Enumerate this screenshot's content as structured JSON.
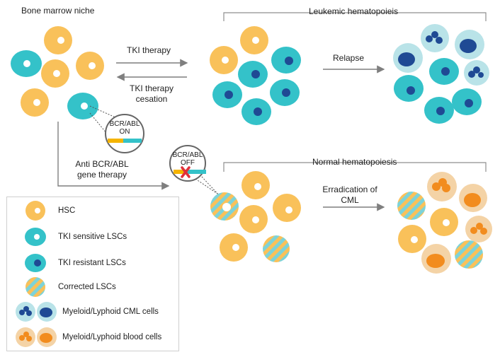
{
  "labels": {
    "bone_marrow_niche": "Bone marrow niche",
    "leukemic_hematopoiesis": "Leukemic hematopoieis",
    "normal_hematopoiesis": "Normal hematopoiesis",
    "tki_therapy": "TKI therapy",
    "tki_cessation_line1": "TKI therapy",
    "tki_cessation_line2": "cesation",
    "relapse": "Relapse",
    "anti_gene_line1": "Anti BCR/ABL",
    "anti_gene_line2": "gene therapy",
    "erradication_line1": "Erradication of",
    "erradication_line2": "CML",
    "bcrabl_on_line1": "BCR/ABL",
    "bcrabl_on_line2": "ON",
    "bcrabl_off_line1": "BCR/ABL",
    "bcrabl_off_line2": "OFF"
  },
  "legend": [
    {
      "label": "HSC"
    },
    {
      "label": "TKI sensitive LSCs"
    },
    {
      "label": "TKI resistant LSCs"
    },
    {
      "label": "Corrected LSCs"
    },
    {
      "label": "Myeloid/Lyphoid CML cells"
    },
    {
      "label": "Myeloid/Lyphoid blood cells"
    }
  ],
  "colors": {
    "hsc": "#F9C15A",
    "tki_sensitive": "#34C2C9",
    "nucleus_dark": "#1F4A94",
    "cml_cell_bg": "#B9E3E8",
    "blood_cell_bg": "#F4D3A6",
    "blood_nucleus": "#F28C1E",
    "arrow": "#7f7f7f",
    "bcr_yellow": "#F5B400",
    "cross": "#E0303A"
  }
}
